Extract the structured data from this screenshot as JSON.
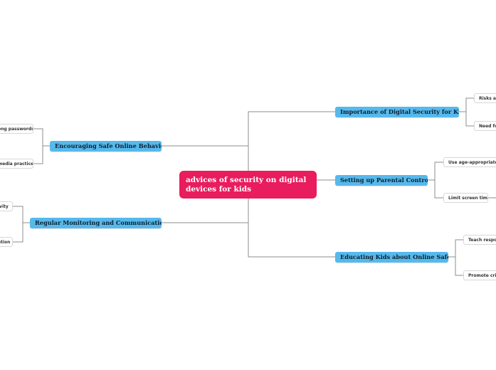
{
  "diagram": {
    "central": "advices of security on digital devices for kids",
    "branches": [
      {
        "id": "importance",
        "label": "Importance of Digital Security for Kids",
        "children": [
          "Risks ass",
          "Need for"
        ]
      },
      {
        "id": "parental",
        "label": "Setting up Parental Controls",
        "children": [
          "Use age-appropriate co",
          "Limit screen time"
        ]
      },
      {
        "id": "educating",
        "label": "Educating Kids about Online Safety",
        "children": [
          "Teach respon",
          "Promote critic"
        ]
      },
      {
        "id": "encouraging",
        "label": "Encouraging Safe Online Behavior",
        "children": [
          "ong passwords",
          "media practices"
        ]
      },
      {
        "id": "monitoring",
        "label": "Regular Monitoring and Communication",
        "children": [
          "ivity",
          "ation"
        ]
      }
    ]
  },
  "colors": {
    "central_bg": "#e91c5d",
    "branch_bg": "#56b9ec",
    "connector": "#8c8c8c",
    "leaf_border": "#d7d7d7"
  }
}
